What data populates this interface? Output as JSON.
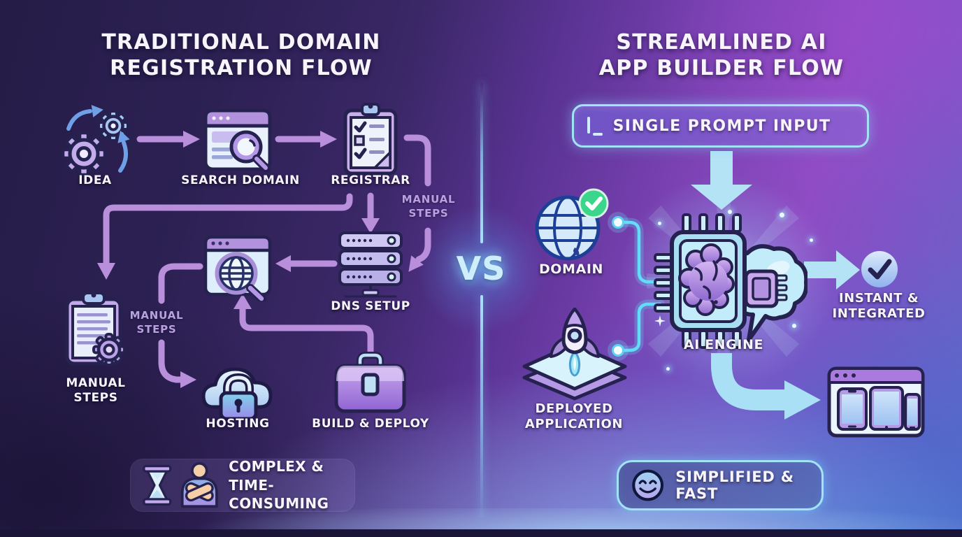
{
  "left": {
    "title": {
      "line1": "TRADITIONAL DOMAIN",
      "line2": "REGISTRATION FLOW"
    },
    "nodes": {
      "idea": {
        "label": "IDEA"
      },
      "search_domain": {
        "label": "SEARCH DOMAIN"
      },
      "registrar": {
        "label": "REGISTRAR"
      },
      "dns_setup": {
        "label": "DNS SETUP"
      },
      "manual_steps": {
        "label": "MANUAL STEPS"
      },
      "hosting": {
        "label": "HOSTING"
      },
      "build_deploy": {
        "label": "BUILD & DEPLOY"
      }
    },
    "annotations": {
      "manual_steps_upper": "MANUAL STEPS",
      "manual_steps_lower": "MANUAL STEPS"
    },
    "badge": {
      "label": "COMPLEX & TIME-CONSUMING"
    }
  },
  "center": {
    "vs": "VS"
  },
  "right": {
    "title": {
      "line1": "STREAMLINED AI",
      "line2": "APP BUILDER FLOW"
    },
    "prompt": {
      "label": "SINGLE PROMPT INPUT"
    },
    "nodes": {
      "domain": {
        "label": "DOMAIN"
      },
      "ai_engine": {
        "label": "AI ENGINE"
      },
      "instant_integrated": {
        "label": "INSTANT & INTEGRATED"
      },
      "deployed_application": {
        "label": "DEPLOYED APPLICATION"
      }
    },
    "badge": {
      "label": "SIMPLIFIED & FAST"
    }
  },
  "icons": {
    "gears-idea-icon": "⚙",
    "browser-search-icon": "🔍",
    "clipboard-check-icon": "📋",
    "server-stack-icon": "🖳",
    "browser-globe-icon": "🌐",
    "clipboard-gear-icon": "📋",
    "cloud-lock-icon": "🔒",
    "briefcase-icon": "💼",
    "hourglass-icon": "⌛",
    "person-crossed-arms-icon": "🙅",
    "text-cursor-icon": "I_",
    "globe-check-icon": "✓",
    "ai-chip-brain-icon": "🧠",
    "speech-cloud-icon": "💬",
    "check-circle-icon": "✔",
    "rocket-layers-icon": "🚀",
    "devices-browser-icon": "🖵",
    "smiley-icon": "☺"
  },
  "colors": {
    "background_left": "#2c2150",
    "background_right": "#8a4cc0",
    "background_blue": "#4f74c8",
    "arrow_purple": "#b98fdb",
    "annotation_purple": "#b9a0e0",
    "accent_cyan": "#a3e3f7",
    "connector_cyan": "#64dcf8",
    "label_white": "#f7f4fc",
    "check_green": "#35d98b"
  }
}
